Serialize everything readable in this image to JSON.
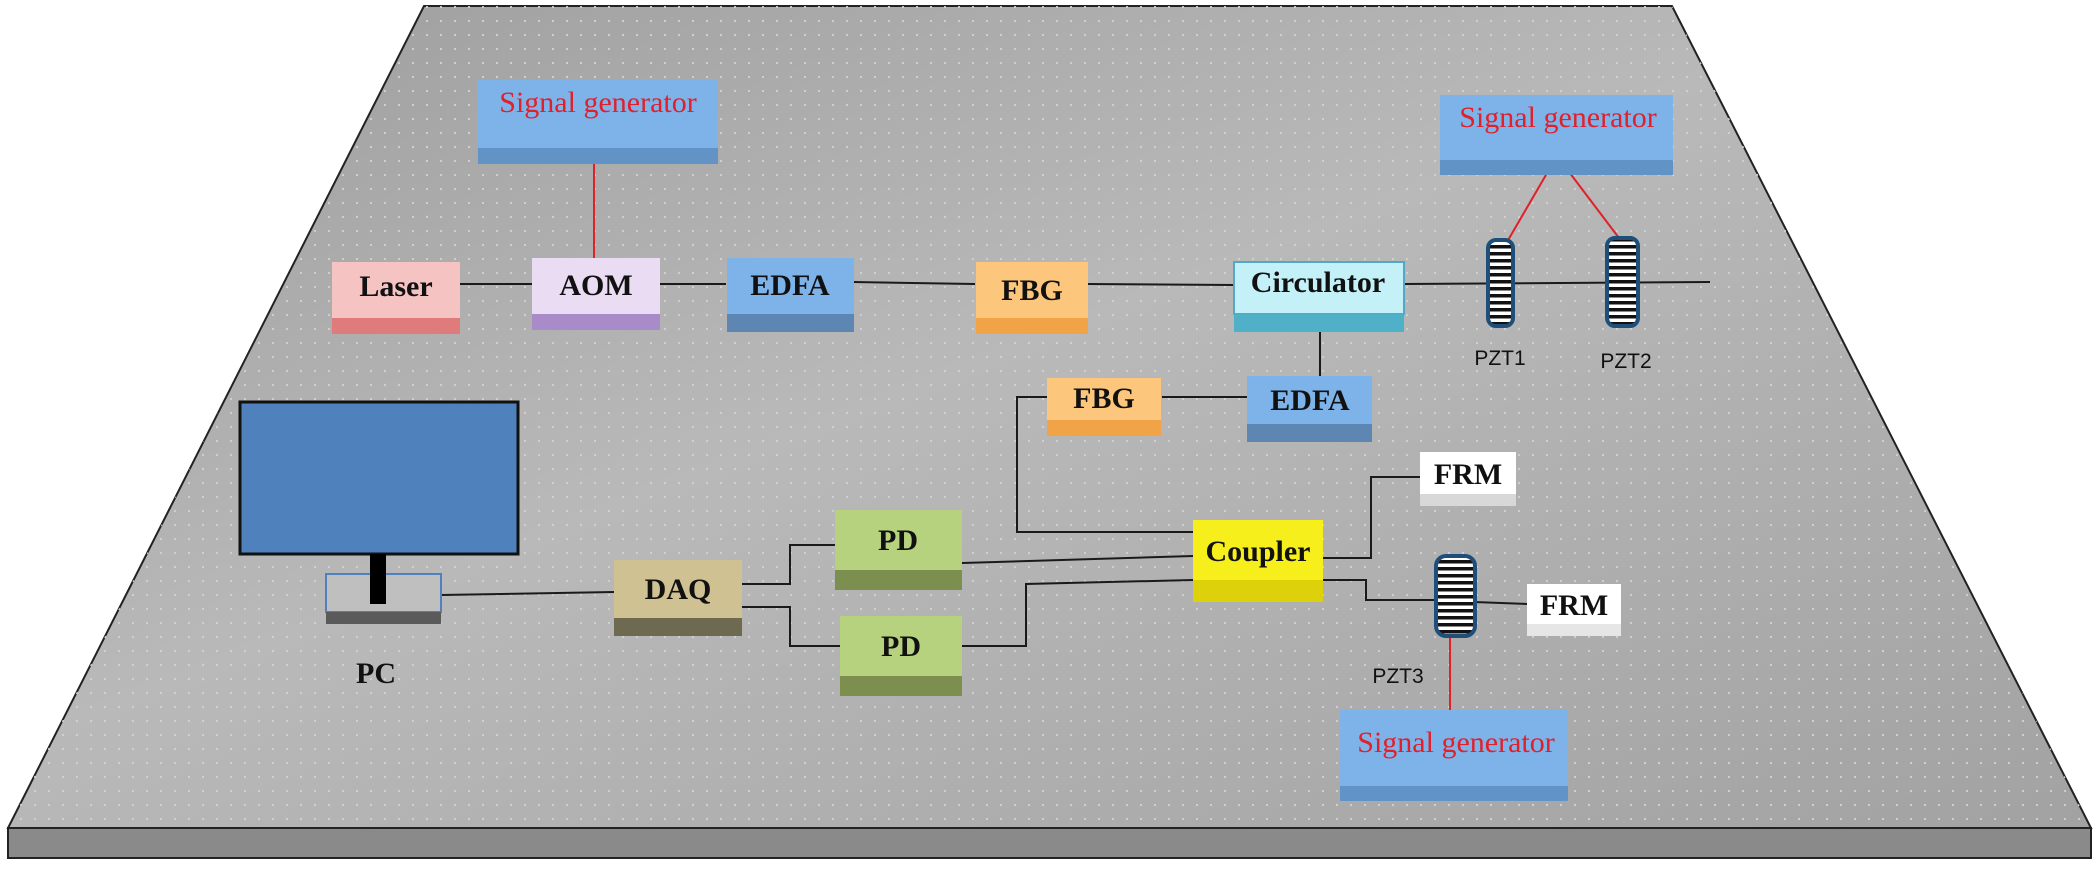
{
  "colors": {
    "table_top": "#a9a9a9",
    "table_edge": "#888888",
    "fiber": "#1a1a1a",
    "rf_wire": "#e0202a",
    "signal_generator": "#7eb3ea",
    "laser": "#f6c3c3",
    "aom": "#e9dcf3",
    "edfa": "#7eb3ea",
    "fbg": "#fcc77c",
    "circulator": "#c4f1f8",
    "pd": "#b6d27e",
    "daq": "#cfc191",
    "coupler": "#f7ef1c",
    "frm": "#ffffff",
    "monitor": "#4f81bd"
  },
  "components": {
    "laser": "Laser",
    "aom": "AOM",
    "edfa_1": "EDFA",
    "fbg_1": "FBG",
    "circulator": "Circulator",
    "edfa_2": "EDFA",
    "fbg_2": "FBG",
    "coupler": "Coupler",
    "pd_1": "PD",
    "pd_2": "PD",
    "daq": "DAQ",
    "frm_1": "FRM",
    "frm_2": "FRM",
    "pc": "PC"
  },
  "signal_generators": {
    "sg_1": "Signal generator",
    "sg_2": "Signal generator",
    "sg_3": "Signal generator"
  },
  "pzt": {
    "pzt_1": "PZT1",
    "pzt_2": "PZT2",
    "pzt_3": "PZT3"
  },
  "icons": [
    "monitor-icon",
    "pzt-coil-icon"
  ]
}
